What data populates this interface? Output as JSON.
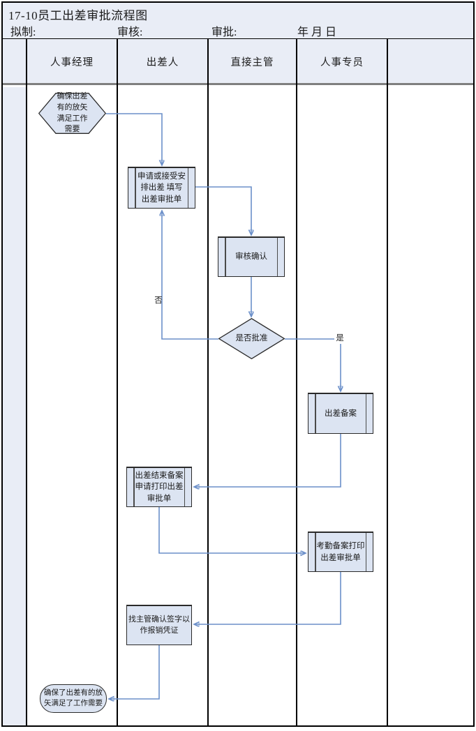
{
  "title": "17-10员工出差审批流程图",
  "meta_row": {
    "drafted_label": "拟制:",
    "reviewed_label": "审核:",
    "approved_label": "审批:",
    "date_label": "年 月 日"
  },
  "lanes": [
    {
      "label": "人事经理"
    },
    {
      "label": "出差人"
    },
    {
      "label": "直接主管"
    },
    {
      "label": "人事专员"
    },
    {
      "label": ""
    }
  ],
  "nodes": {
    "start": {
      "type": "hexagon",
      "lane": "人事经理",
      "text": "确保出差\n有的放矢\n满足工作\n需要"
    },
    "apply": {
      "type": "predefined-process",
      "lane": "出差人",
      "text": "申请或接受安\n排出差 填写\n出差审批单"
    },
    "review": {
      "type": "predefined-process",
      "lane": "直接主管",
      "text": "审核确认"
    },
    "decision": {
      "type": "decision",
      "lane": "直接主管",
      "text": "是否批准"
    },
    "trip_filing": {
      "type": "predefined-process",
      "lane": "人事专员",
      "text": "出差备案"
    },
    "end_filing": {
      "type": "predefined-process",
      "lane": "出差人",
      "text": "出差结束备案\n申请打印出差\n审批单"
    },
    "attendance": {
      "type": "predefined-process",
      "lane": "人事专员",
      "text": "考勤备案打印\n出差审批单"
    },
    "sign": {
      "type": "process",
      "lane": "出差人",
      "text": "找主管确认签字以\n作报销凭证"
    },
    "end": {
      "type": "terminator",
      "lane": "人事经理",
      "text": "确保了出差有的放\n矢满足了工作需要"
    }
  },
  "edges": [
    {
      "from": "start",
      "to": "apply"
    },
    {
      "from": "apply",
      "to": "review"
    },
    {
      "from": "review",
      "to": "decision"
    },
    {
      "from": "decision",
      "to": "apply",
      "label": "否"
    },
    {
      "from": "decision",
      "to": "trip_filing",
      "label": "是"
    },
    {
      "from": "trip_filing",
      "to": "end_filing"
    },
    {
      "from": "end_filing",
      "to": "attendance"
    },
    {
      "from": "attendance",
      "to": "sign"
    },
    {
      "from": "sign",
      "to": "end"
    }
  ],
  "edge_labels": {
    "yes": "是",
    "no": "否"
  },
  "colors": {
    "panel_background": "#e9edf6",
    "node_fill": "#dce4f2",
    "connector_line": "#6b8fc9",
    "connector_arrow": "#3568b8",
    "grid_line": "#000000",
    "header_divider": "#7f7f7f"
  }
}
